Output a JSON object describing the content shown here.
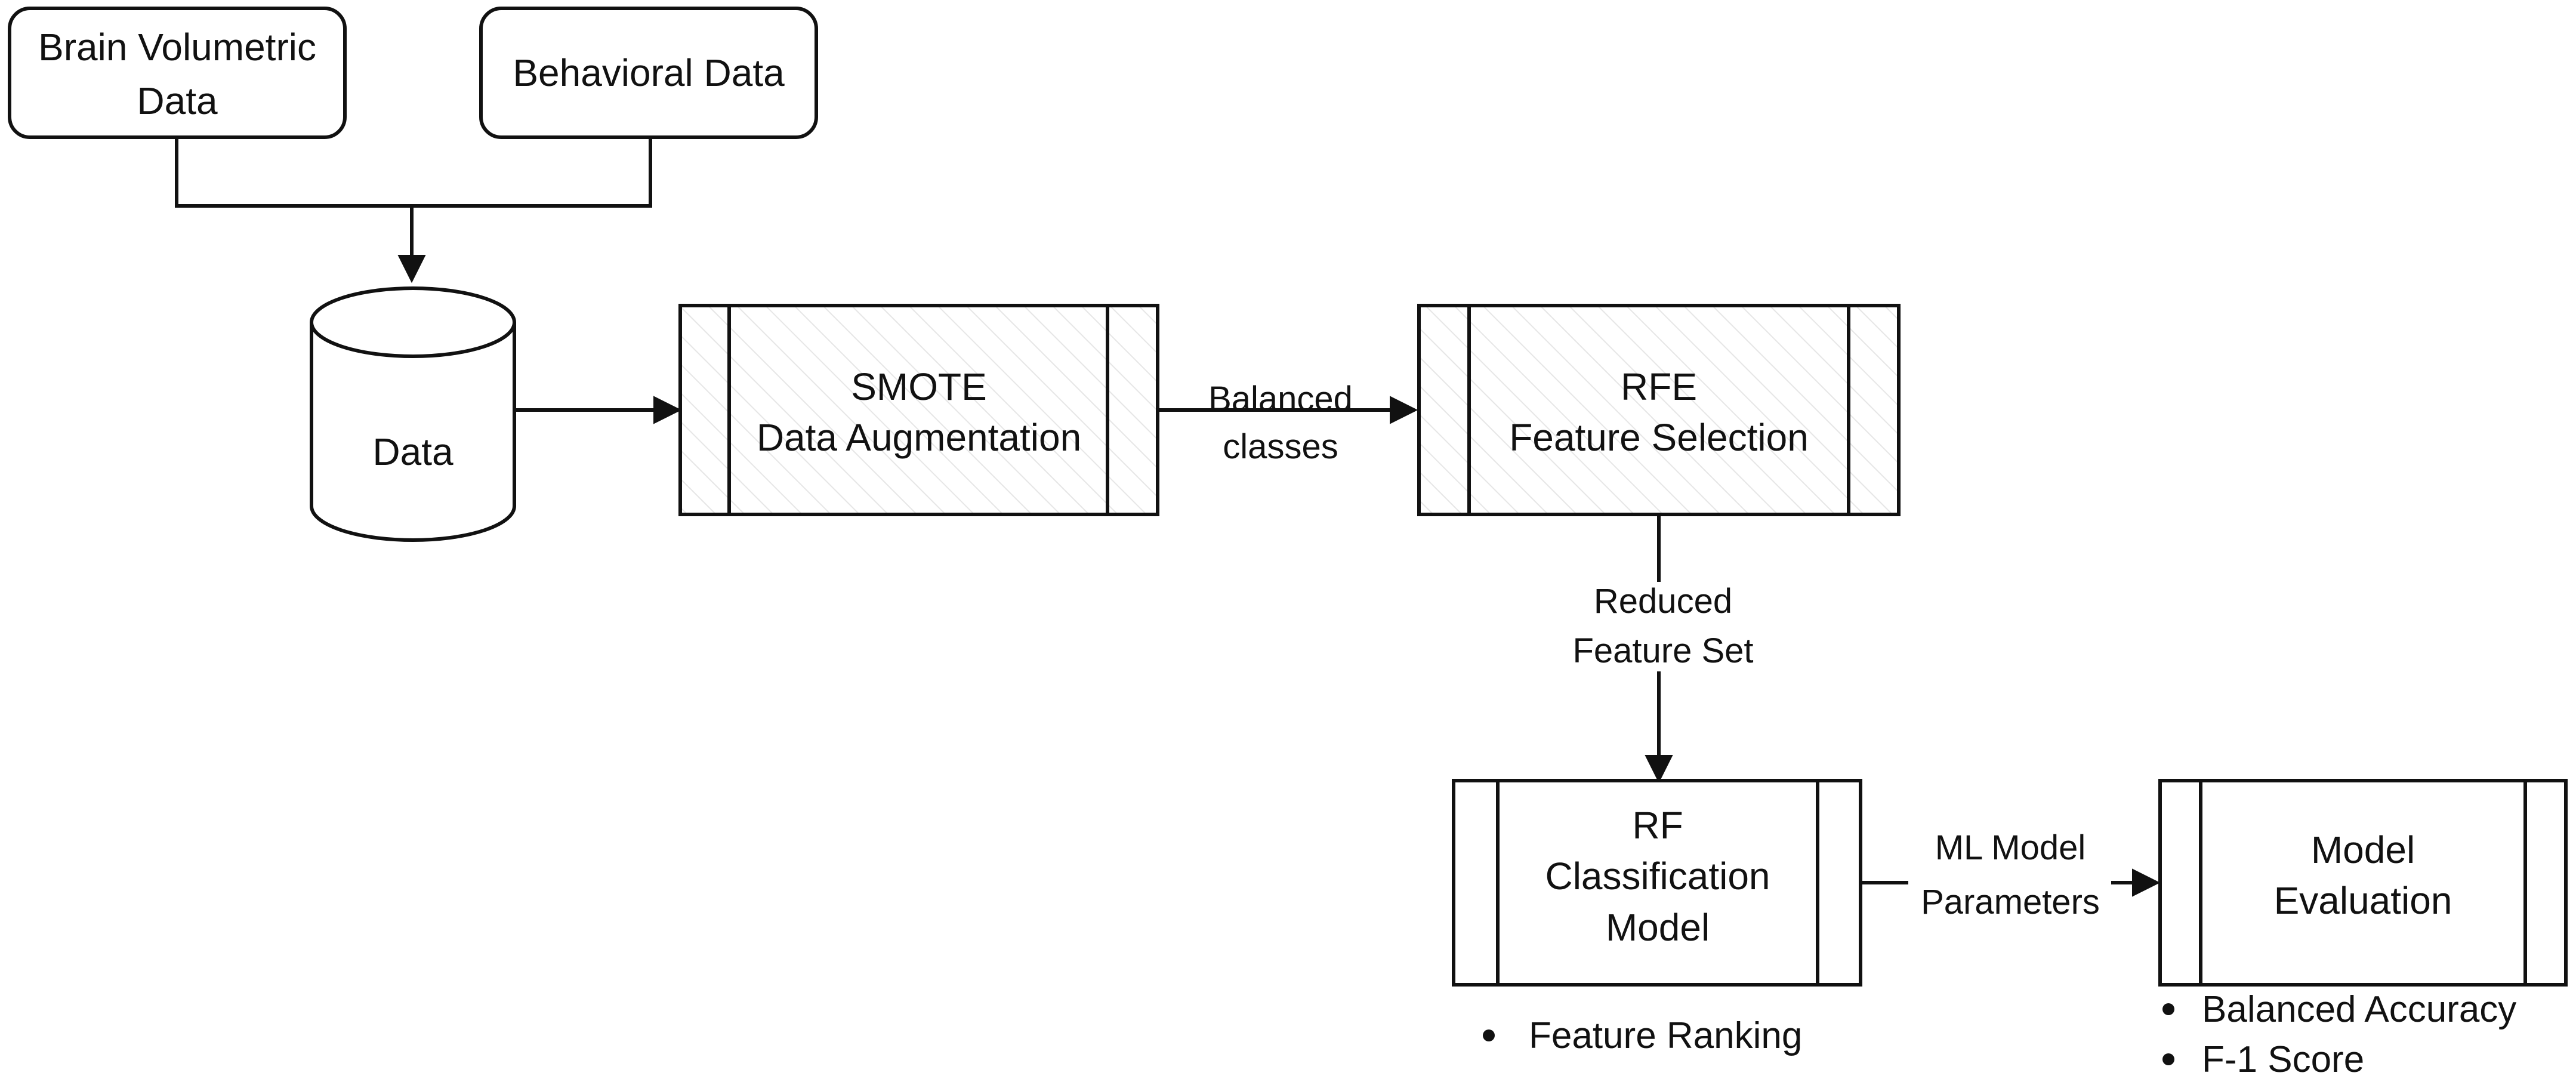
{
  "nodes": {
    "brain_volumetric": {
      "lines": [
        "Brain Volumetric",
        "Data"
      ]
    },
    "behavioral": {
      "lines": [
        "Behavioral Data"
      ]
    },
    "data_store": {
      "lines": [
        "Data"
      ]
    },
    "smote": {
      "lines": [
        "SMOTE",
        "Data Augmentation"
      ]
    },
    "rfe": {
      "lines": [
        "RFE",
        "Feature Selection"
      ]
    },
    "rf_model": {
      "lines": [
        "RF",
        "Classification",
        "Model"
      ],
      "notes": [
        "Feature Ranking"
      ]
    },
    "evaluation": {
      "lines": [
        "Model",
        "Evaluation"
      ],
      "notes": [
        "Balanced Accuracy",
        "F-1 Score"
      ]
    }
  },
  "edges": {
    "smote_to_rfe": {
      "lines": [
        "Balanced",
        "classes"
      ]
    },
    "rfe_to_rf": {
      "lines": [
        "Reduced",
        "Feature Set"
      ]
    },
    "rf_to_eval": {
      "lines": [
        "ML Model",
        "Parameters"
      ]
    }
  }
}
